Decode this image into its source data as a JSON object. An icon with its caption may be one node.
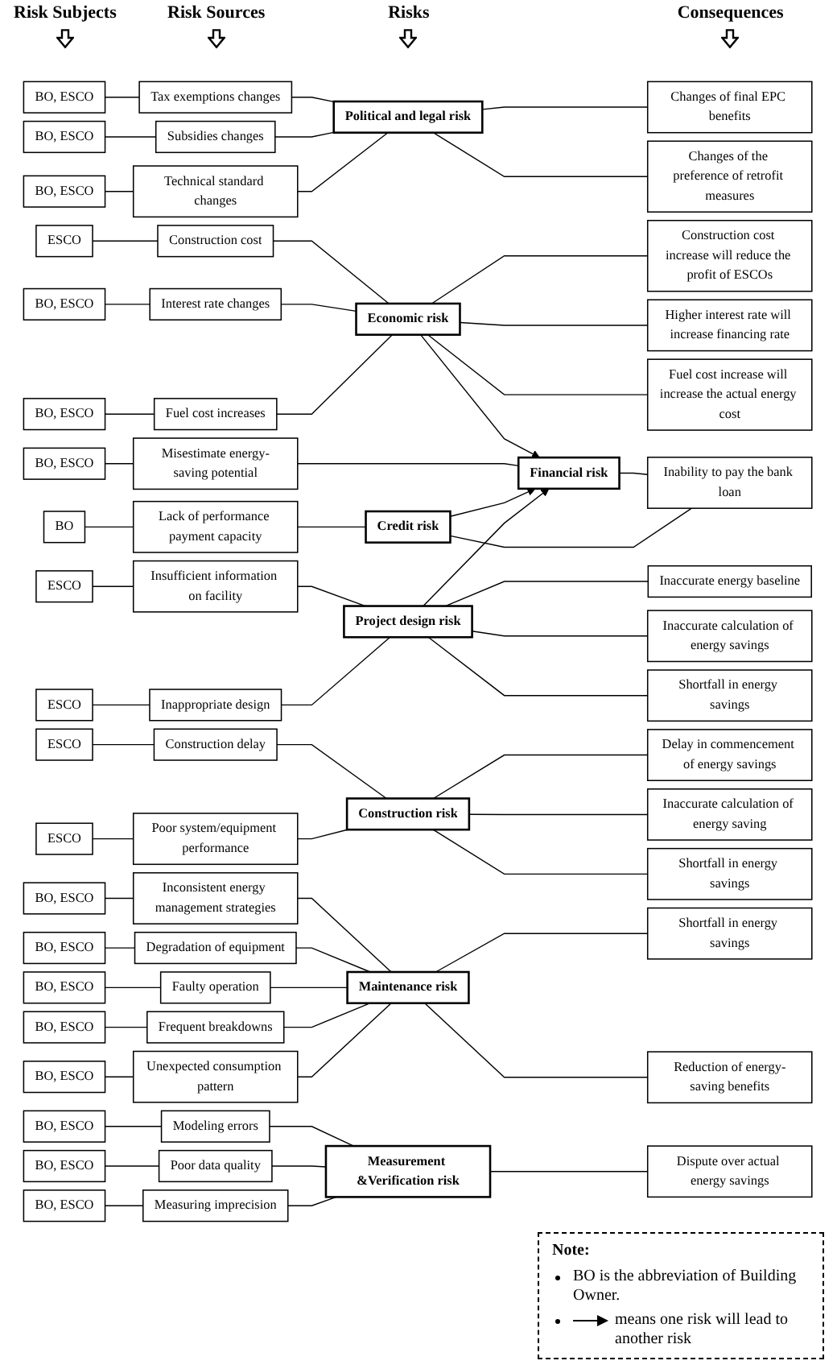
{
  "diagram": {
    "nodes": [
      {
        "text": [
          "BO, ESCO"
        ]
      },
      {
        "text": [
          "Tax exemptions changes"
        ]
      },
      {
        "text": [
          "BO, ESCO"
        ]
      },
      {
        "text": [
          "Subsidies changes"
        ]
      },
      {
        "text": [
          "BO, ESCO"
        ]
      },
      {
        "text": [
          "Technical standard changes"
        ]
      },
      {
        "text": [
          "Political and legal risk"
        ]
      },
      {
        "text": [
          "Changes of final EPC benefits"
        ]
      },
      {
        "text": [
          "Changes of the preference of retrofit measures"
        ]
      },
      {
        "text": [
          "ESCO"
        ]
      },
      {
        "text": [
          "Construction cost"
        ]
      },
      {
        "text": [
          "BO, ESCO"
        ]
      },
      {
        "text": [
          "Interest rate changes"
        ]
      },
      {
        "text": [
          "BO, ESCO"
        ]
      },
      {
        "text": [
          "Fuel cost increases"
        ]
      },
      {
        "text": [
          "Economic risk"
        ]
      },
      {
        "text": [
          "Construction cost increase will reduce the profit of ESCOs"
        ]
      },
      {
        "text": [
          "Higher interest rate will increase financing rate"
        ]
      },
      {
        "text": [
          "Fuel cost increase will increase the actual energy cost"
        ]
      },
      {
        "text": [
          "BO, ESCO"
        ]
      },
      {
        "text": [
          "Misestimate energy-saving potential"
        ]
      },
      {
        "text": [
          "Financial risk"
        ]
      },
      {
        "text": [
          "Inability to pay the bank loan"
        ]
      },
      {
        "text": [
          "BO"
        ]
      },
      {
        "text": [
          "Lack of performance payment capacity"
        ]
      },
      {
        "text": [
          "Credit risk"
        ]
      },
      {
        "text": [
          "ESCO"
        ]
      },
      {
        "text": [
          "Insufficient information on facility"
        ]
      },
      {
        "text": [
          "ESCO"
        ]
      },
      {
        "text": [
          "Inappropriate design"
        ]
      },
      {
        "text": [
          "Project design risk"
        ]
      },
      {
        "text": [
          "Inaccurate energy baseline"
        ]
      },
      {
        "text": [
          "Inaccurate calculation of energy savings"
        ]
      },
      {
        "text": [
          "Shortfall in energy savings"
        ]
      },
      {
        "text": [
          "ESCO"
        ]
      },
      {
        "text": [
          "Construction delay"
        ]
      },
      {
        "text": [
          "ESCO"
        ]
      },
      {
        "text": [
          "Poor system/equipment performance"
        ]
      },
      {
        "text": [
          "Construction risk"
        ]
      },
      {
        "text": [
          "Delay in commencement of energy savings"
        ]
      },
      {
        "text": [
          "Inaccurate calculation of energy saving"
        ]
      },
      {
        "text": [
          "Shortfall in energy savings"
        ]
      },
      {
        "text": [
          "BO, ESCO"
        ]
      },
      {
        "text": [
          "Inconsistent energy management strategies"
        ]
      },
      {
        "text": [
          "BO, ESCO"
        ]
      },
      {
        "text": [
          "Degradation of equipment"
        ]
      },
      {
        "text": [
          "BO, ESCO"
        ]
      },
      {
        "text": [
          "Faulty operation"
        ]
      },
      {
        "text": [
          "BO, ESCO"
        ]
      },
      {
        "text": [
          "Frequent breakdowns"
        ]
      },
      {
        "text": [
          "BO, ESCO"
        ]
      },
      {
        "text": [
          "Unexpected consumption pattern"
        ]
      },
      {
        "text": [
          "Maintenance risk"
        ]
      },
      {
        "text": [
          "Shortfall in energy savings"
        ]
      },
      {
        "text": [
          "Reduction of energy-saving benefits"
        ]
      },
      {
        "text": [
          "BO, ESCO"
        ]
      },
      {
        "text": [
          "Modeling errors"
        ]
      },
      {
        "text": [
          "BO, ESCO"
        ]
      },
      {
        "text": [
          "Poor data quality"
        ]
      },
      {
        "text": [
          "BO, ESCO"
        ]
      },
      {
        "text": [
          "Measuring imprecision"
        ]
      },
      {
        "text": [
          "Measurement &Verification risk"
        ]
      },
      {
        "text": [
          "Dispute over actual energy savings"
        ]
      }
    ],
    "edges": [
      {
        "from": 0,
        "to": 1,
        "arrow": "none"
      },
      {
        "from": 2,
        "to": 3,
        "arrow": "none"
      },
      {
        "from": 4,
        "to": 5,
        "arrow": "none"
      },
      {
        "from": 1,
        "to": 6,
        "arrow": "none"
      },
      {
        "from": 3,
        "to": 6,
        "arrow": "none"
      },
      {
        "from": 5,
        "to": 6,
        "arrow": "none"
      },
      {
        "from": 6,
        "to": 7,
        "arrow": "none"
      },
      {
        "from": 6,
        "to": 8,
        "arrow": "none"
      },
      {
        "from": 9,
        "to": 10,
        "arrow": "none"
      },
      {
        "from": 11,
        "to": 12,
        "arrow": "none"
      },
      {
        "from": 13,
        "to": 14,
        "arrow": "none"
      },
      {
        "from": 10,
        "to": 15,
        "arrow": "none"
      },
      {
        "from": 12,
        "to": 15,
        "arrow": "none"
      },
      {
        "from": 14,
        "to": 15,
        "arrow": "none"
      },
      {
        "from": 15,
        "to": 16,
        "arrow": "none"
      },
      {
        "from": 15,
        "to": 17,
        "arrow": "none"
      },
      {
        "from": 15,
        "to": 18,
        "arrow": "none"
      },
      {
        "from": 15,
        "to": 21,
        "arrow": "to"
      },
      {
        "from": 19,
        "to": 20,
        "arrow": "none"
      },
      {
        "from": 20,
        "to": 21,
        "arrow": "none"
      },
      {
        "from": 21,
        "to": 22,
        "arrow": "none"
      },
      {
        "from": 23,
        "to": 24,
        "arrow": "none"
      },
      {
        "from": 24,
        "to": 25,
        "arrow": "none"
      },
      {
        "from": 25,
        "to": 21,
        "arrow": "to"
      },
      {
        "from": 25,
        "to": 22,
        "arrow": "none"
      },
      {
        "from": 26,
        "to": 27,
        "arrow": "none"
      },
      {
        "from": 28,
        "to": 29,
        "arrow": "none"
      },
      {
        "from": 27,
        "to": 30,
        "arrow": "none"
      },
      {
        "from": 29,
        "to": 30,
        "arrow": "none"
      },
      {
        "from": 30,
        "to": 21,
        "arrow": "to"
      },
      {
        "from": 30,
        "to": 31,
        "arrow": "none"
      },
      {
        "from": 30,
        "to": 32,
        "arrow": "none"
      },
      {
        "from": 30,
        "to": 33,
        "arrow": "none"
      },
      {
        "from": 34,
        "to": 35,
        "arrow": "none"
      },
      {
        "from": 36,
        "to": 37,
        "arrow": "none"
      },
      {
        "from": 35,
        "to": 38,
        "arrow": "none"
      },
      {
        "from": 37,
        "to": 38,
        "arrow": "none"
      },
      {
        "from": 38,
        "to": 39,
        "arrow": "none"
      },
      {
        "from": 38,
        "to": 40,
        "arrow": "none"
      },
      {
        "from": 38,
        "to": 41,
        "arrow": "none"
      },
      {
        "from": 42,
        "to": 43,
        "arrow": "none"
      },
      {
        "from": 44,
        "to": 45,
        "arrow": "none"
      },
      {
        "from": 46,
        "to": 47,
        "arrow": "none"
      },
      {
        "from": 48,
        "to": 49,
        "arrow": "none"
      },
      {
        "from": 50,
        "to": 51,
        "arrow": "none"
      },
      {
        "from": 43,
        "to": 52,
        "arrow": "none"
      },
      {
        "from": 45,
        "to": 52,
        "arrow": "none"
      },
      {
        "from": 47,
        "to": 52,
        "arrow": "none"
      },
      {
        "from": 49,
        "to": 52,
        "arrow": "none"
      },
      {
        "from": 51,
        "to": 52,
        "arrow": "none"
      },
      {
        "from": 52,
        "to": 53,
        "arrow": "none"
      },
      {
        "from": 52,
        "to": 54,
        "arrow": "none"
      },
      {
        "from": 55,
        "to": 56,
        "arrow": "none"
      },
      {
        "from": 57,
        "to": 58,
        "arrow": "none"
      },
      {
        "from": 59,
        "to": 60,
        "arrow": "none"
      },
      {
        "from": 56,
        "to": 61,
        "arrow": "none"
      },
      {
        "from": 58,
        "to": 61,
        "arrow": "none"
      },
      {
        "from": 60,
        "to": 61,
        "arrow": "none"
      },
      {
        "from": 61,
        "to": 62,
        "arrow": "none"
      }
    ],
    "labels": [
      "Risk Subjects",
      "Risk Sources",
      "Risks",
      "Consequences",
      "Note:",
      "BO is the abbreviation of Building Owner."
    ],
    "legend": [
      {
        "text": "means one risk will lead to another risk"
      }
    ]
  }
}
